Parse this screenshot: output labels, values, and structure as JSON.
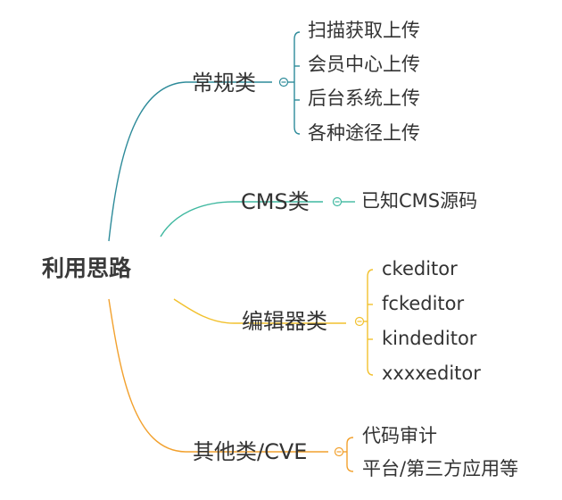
{
  "root": {
    "label": "利用思路"
  },
  "branches": [
    {
      "label": "常规类",
      "color": "#2e8b9a",
      "leaves": [
        "扫描获取上传",
        "会员中心上传",
        "后台系统上传",
        "各种途径上传"
      ]
    },
    {
      "label": "CMS类",
      "color": "#3fb8a0",
      "leaves": [
        "已知CMS源码"
      ]
    },
    {
      "label": "编辑器类",
      "color": "#f2c12e",
      "leaves": [
        "ckeditor",
        "fckeditor",
        "kindeditor",
        "xxxxeditor"
      ]
    },
    {
      "label": "其他类/CVE",
      "color": "#f2a12e",
      "leaves": [
        "代码审计",
        "平台/第三方应用等"
      ]
    }
  ]
}
